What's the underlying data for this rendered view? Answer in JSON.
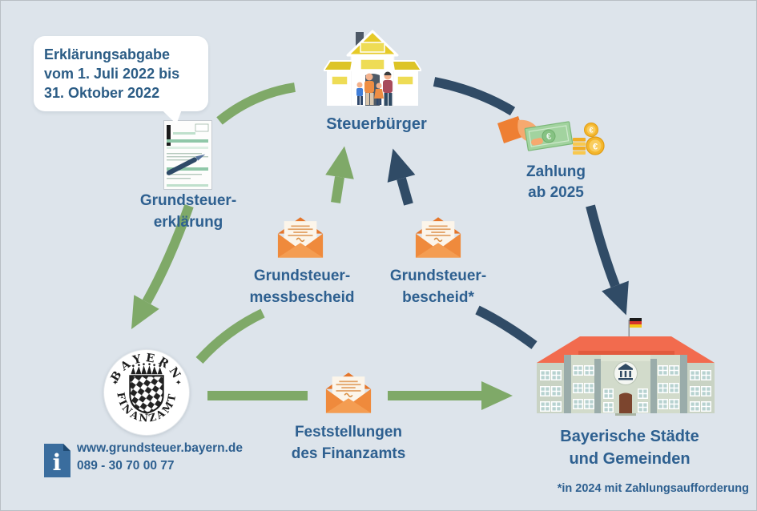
{
  "colors": {
    "background": "#dde4eb",
    "green_arrow": "#7fa968",
    "navy_arrow": "#304b66",
    "text_blue": "#2e6090",
    "envelope_orange": "#ef8a3c",
    "roof_yellow": "#e6ca28",
    "building_roof": "#f26b4e"
  },
  "callout": {
    "lines": [
      "Erklärungsabgabe",
      "vom 1. Juli 2022 bis",
      "31. Oktober 2022"
    ]
  },
  "nodes": {
    "declaration": {
      "lines": [
        "Grundsteuer-",
        "erklärung"
      ]
    },
    "citizen": {
      "label": "Steuerbürger"
    },
    "payment": {
      "lines": [
        "Zahlung",
        "ab 2025"
      ]
    },
    "messbescheid": {
      "lines": [
        "Grundsteuer-",
        "messbescheid"
      ]
    },
    "bescheid": {
      "lines": [
        "Grundsteuer-",
        "bescheid*"
      ]
    },
    "feststellungen": {
      "lines": [
        "Feststellungen",
        "des Finanzamts"
      ]
    },
    "municipalities": {
      "lines": [
        "Bayerische Städte",
        "und Gemeinden"
      ]
    },
    "finanzamt": {
      "stamp_top": "BAYERN",
      "stamp_bottom": "FINANZAMT"
    }
  },
  "contact": {
    "website": "www.grundsteuer.bayern.de",
    "phone": "089 - 30 70 00 77"
  },
  "footnote": "*in 2024 mit Zahlungsaufforderung",
  "icons": {
    "euro": "€",
    "ornament": "✦",
    "info_glyph": "i"
  }
}
